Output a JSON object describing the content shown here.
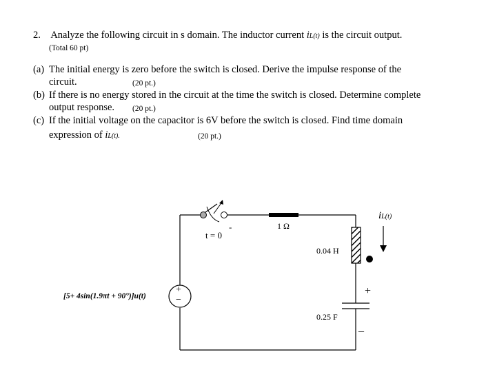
{
  "question": {
    "number": "2.",
    "intro": "Analyze the following circuit in s domain. The inductor current ",
    "intro_var": "i",
    "intro_var_sub": "L(t)",
    "intro_end": " is the circuit output.",
    "total": "(Total 60 pt)"
  },
  "parts": [
    {
      "label": "(a)",
      "line1": "The initial energy is zero before the switch is closed. Derive the impulse response of the",
      "line2": "circuit.",
      "points": "(20 pt.)"
    },
    {
      "label": "(b)",
      "line1": "If there is no energy stored in the circuit at the time the switch is closed. Determine complete",
      "line2": "output response.",
      "points": "(20 pt.)"
    },
    {
      "label": "(c)",
      "line1": "If the initial voltage on the capacitor is 6V before the switch is closed. Find time domain",
      "line2": "expression of ",
      "line2_var": "i",
      "line2_sub": "L(t).",
      "points": "(20 pt.)"
    }
  ],
  "circuit": {
    "switch_label": "t = 0",
    "switch_minus": "-",
    "resistor": "1 Ω",
    "inductor": "0.04 H",
    "capacitor": "0.25 F",
    "cap_plus": "+",
    "cap_minus": "_",
    "current_var": "i",
    "current_sub": "L(t)",
    "source_expr": "[5+ 4sin(1.9πt + 90°)]u(t)",
    "source_plus": "+",
    "source_minus": "−"
  }
}
